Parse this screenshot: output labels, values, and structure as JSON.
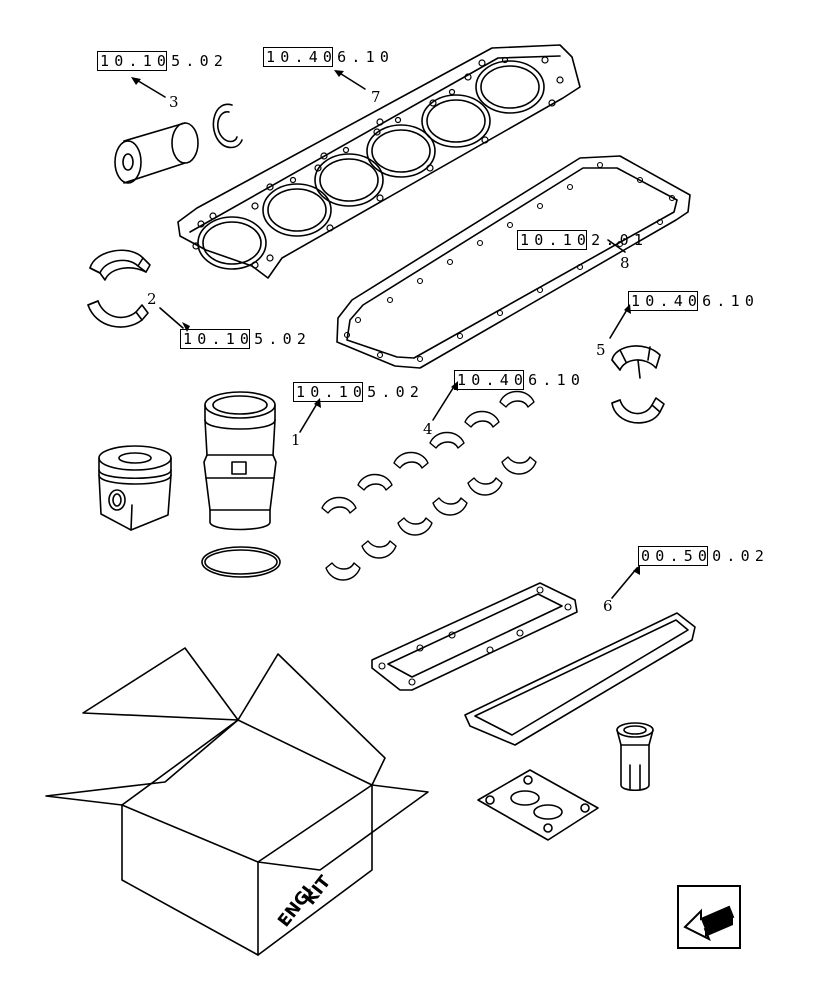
{
  "references": [
    {
      "id": "ref-3",
      "code": "10.105.02"
    },
    {
      "id": "ref-7",
      "code": "10.406.10"
    },
    {
      "id": "ref-8",
      "code": "10.102.01"
    },
    {
      "id": "ref-2",
      "code": "10.105.02"
    },
    {
      "id": "ref-5",
      "code": "10.406.10"
    },
    {
      "id": "ref-1",
      "code": "10.105.02"
    },
    {
      "id": "ref-4",
      "code": "10.406.10"
    },
    {
      "id": "ref-6",
      "code": "00.500.02"
    }
  ],
  "callouts": [
    "1",
    "2",
    "3",
    "4",
    "5",
    "6",
    "7",
    "8"
  ],
  "box_label": {
    "line1": "ENGI",
    "line2": "KIT"
  },
  "nav": {
    "icon": "return-arrow-icon"
  }
}
